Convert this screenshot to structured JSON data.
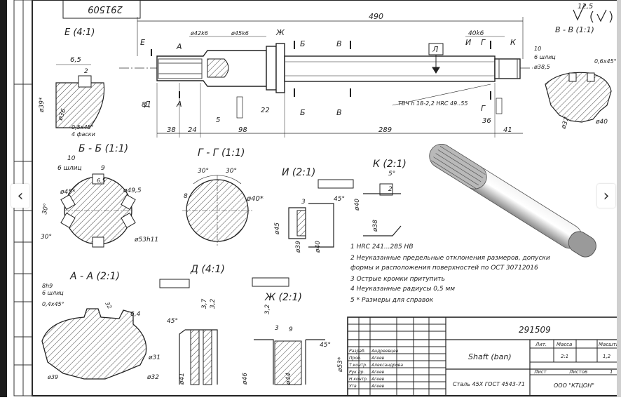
{
  "drawing_number": "291509",
  "drawing_number_rotated": "291509",
  "part_name": "Shaft (ban)",
  "material": "Сталь 45Х ГОСТ 4543-71",
  "company": "ООО \"КТЦОН\"",
  "scale": "2:1",
  "mass": "1,2",
  "sheet_label": "Лист",
  "sheets_label": "Листов",
  "sheets_count": "1",
  "title_columns": [
    "Лит.",
    "Масса",
    "Масштаб"
  ],
  "signers": [
    {
      "role": "Разраб.",
      "name": "Андреевцев"
    },
    {
      "role": "Пров.",
      "name": "Агеев"
    },
    {
      "role": "Т.контр.",
      "name": "Александрова"
    },
    {
      "role": "Рук.пр.",
      "name": "Агеев"
    },
    {
      "role": "Н.контр.",
      "name": "Агеев"
    },
    {
      "role": "Утв.",
      "name": "Агеев"
    }
  ],
  "notes": [
    "1  HRC 241...285 HB",
    "2  Неуказанные предельные отклонения размеров, допуски",
    "    формы и расположения поверхностей по ОСТ 30712016",
    "3  Острые кромки притупить",
    "4  Неуказанные радиусы 0,5 мм",
    "5  * Размеры для справок"
  ],
  "views": {
    "E": "Е (4:1)",
    "BB_top": "В - В (1:1)",
    "BB": "Б - Б (1:1)",
    "GG": "Г - Г (1:1)",
    "I": "И (2:1)",
    "K": "К (2:1)",
    "AA": "А - А (2:1)",
    "D": "Д (4:1)",
    "ZH": "Ж (2:1)"
  },
  "dims": {
    "overall": "490",
    "d1": "38",
    "d2": "24",
    "d3": "98",
    "d4": "289",
    "d5": "41",
    "d6": "36",
    "d7": "22",
    "d8": "5",
    "d9": "8",
    "hardening": "ТВЧ h 18-2,2 HRC 49..55",
    "fit1": "ø42k6",
    "fit2": "ø45k6",
    "fit3": "40k6",
    "e_65": "6,5",
    "e_2": "2",
    "e_39": "ø39*",
    "e_36": "ø36",
    "e_chamfer": "0,5х45°",
    "e_grooves": "4 фаски",
    "bb_10": "10",
    "bb_slots": "6 шлиц",
    "bb_9": "9",
    "bb_65": "6,5",
    "bb_45": "ø45*",
    "bb_495": "ø49,5",
    "bb_53": "ø53h11",
    "bb_30a": "30°",
    "bb_30b": "30°",
    "gg_30a": "30°",
    "gg_30b": "30°",
    "gg_40": "ø40*",
    "gg_8": "8",
    "i_3": "3",
    "i_45": "45°",
    "i_39": "ø39",
    "i_40": "ø40",
    "i_45d": "ø45",
    "k_5": "5°",
    "k_2": "2",
    "k_40": "ø40",
    "k_38": "ø38",
    "aa_slots": "6 шлиц",
    "aa_8h9": "8h9",
    "aa_04": "0,4х45°",
    "aa_32": "32",
    "aa_64": "6,4",
    "aa_31": "ø31",
    "aa_32h": "ø32",
    "aa_39": "ø39",
    "d_45": "45°",
    "d_37": "3,7",
    "d_32": "3,2",
    "d_41": "ø41",
    "zh_3": "3",
    "zh_9": "9",
    "zh_45": "45°",
    "zh_44": "ø44",
    "zh_53": "ø53*",
    "zh_46": "ø46",
    "zh_32": "3,2",
    "bt_385": "ø38,5",
    "bt_slots": "6 шлиц",
    "bt_06": "0,6х45°",
    "bt_40": "ø40",
    "bt_37": "ø37",
    "bt_10": "10",
    "roughness": "12,5"
  },
  "section_letters": [
    "А",
    "А",
    "Б",
    "Б",
    "В",
    "В",
    "Г",
    "Г",
    "Е",
    "Ж",
    "И",
    "К",
    "Д",
    "Л"
  ]
}
